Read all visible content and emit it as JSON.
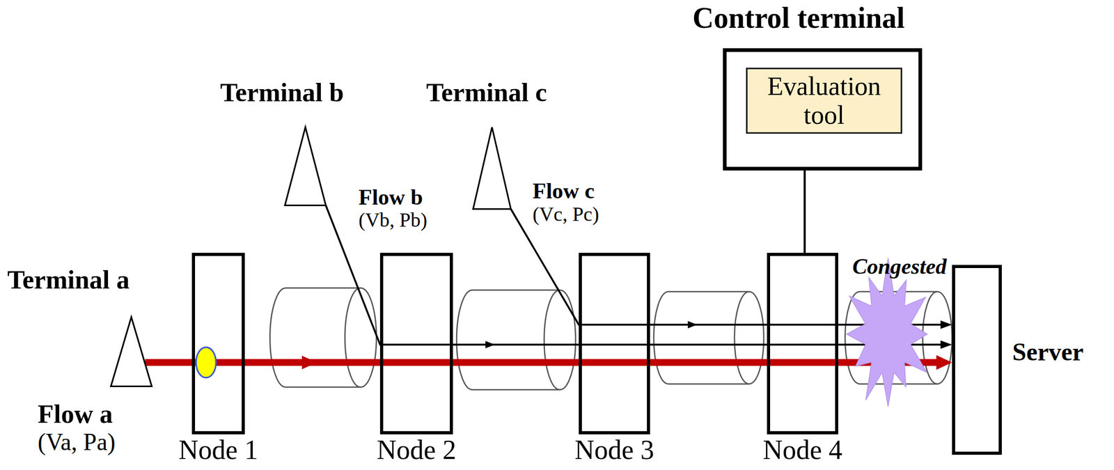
{
  "diagram": {
    "nodes": [
      {
        "text": [
          "Terminal a"
        ]
      },
      {
        "text": [
          "Node 1"
        ]
      },
      {
        "text": [
          "Terminal b"
        ]
      },
      {
        "text": [
          "Node 2"
        ]
      },
      {
        "text": [
          "Terminal c"
        ]
      },
      {
        "text": [
          "Node 3"
        ]
      },
      {
        "text": [
          "Control terminal"
        ]
      },
      {
        "text": [
          "Evaluation tool"
        ],
        "in": 6
      },
      {
        "text": [
          "Node 4"
        ]
      },
      {
        "text": [
          "Congested"
        ]
      },
      {
        "text": [
          "Server"
        ]
      }
    ],
    "edges": [
      {
        "from": 0,
        "to": 10,
        "arrow": "to"
      },
      {
        "from": 2,
        "to": 10,
        "arrow": "to"
      },
      {
        "from": 4,
        "to": 10,
        "arrow": "to"
      },
      {
        "from": 6,
        "to": 8,
        "arrow": "none"
      }
    ],
    "labels": [
      "Flow a",
      "(Va, Pa)",
      "Flow b",
      "(Vb, Pb)",
      "Flow c",
      "(Vc, Pc)"
    ]
  }
}
